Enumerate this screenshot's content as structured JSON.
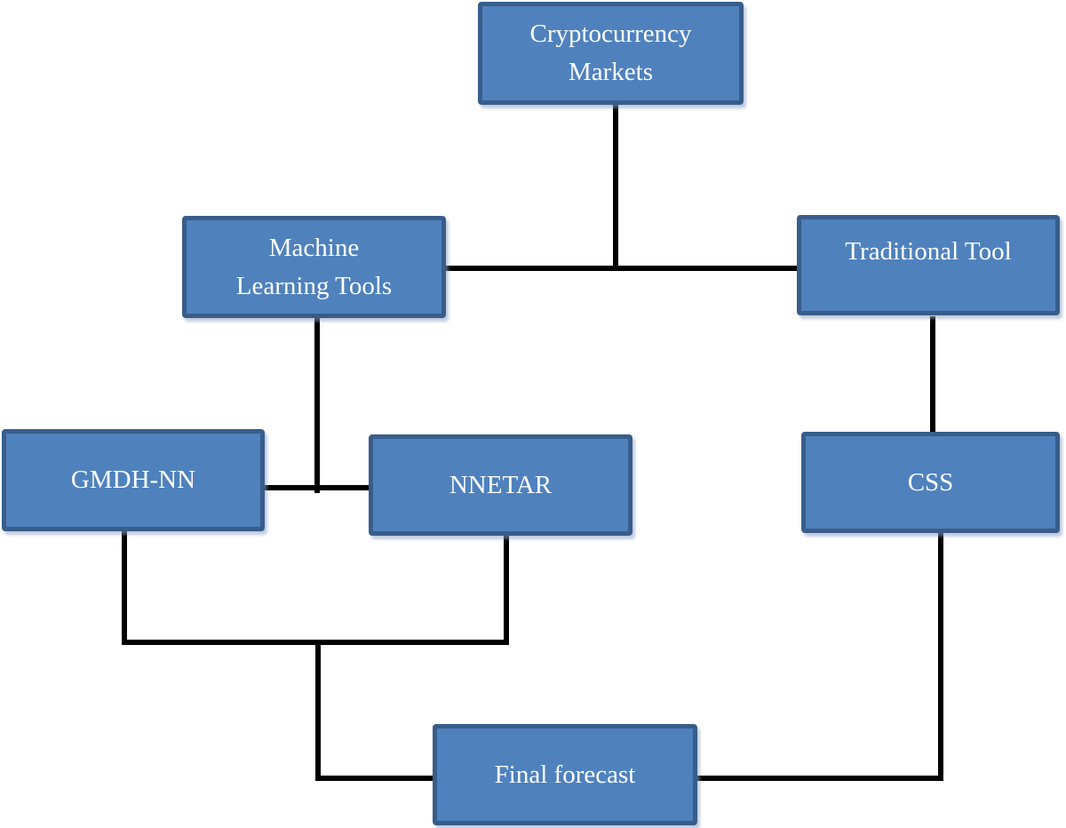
{
  "diagram": {
    "nodes": [
      {
        "id": "cryptocurrency-markets",
        "label": "Cryptocurrency Markets",
        "lines": [
          "Cryptocurrency",
          "Markets"
        ]
      },
      {
        "id": "machine-learning-tools",
        "label": "Machine Learning Tools",
        "lines": [
          "Machine",
          "Learning Tools"
        ]
      },
      {
        "id": "traditional-tool",
        "label": "Traditional Tool",
        "lines": [
          "Traditional Tool"
        ]
      },
      {
        "id": "gmdh-nn",
        "label": "GMDH-NN",
        "lines": [
          "GMDH-NN"
        ]
      },
      {
        "id": "nnetar",
        "label": "NNETAR",
        "lines": [
          "NNETAR"
        ]
      },
      {
        "id": "css",
        "label": "CSS",
        "lines": [
          "CSS"
        ]
      },
      {
        "id": "final-forecast",
        "label": "Final forecast",
        "lines": [
          "Final forecast"
        ]
      }
    ],
    "edges": [
      {
        "from": "cryptocurrency-markets",
        "to": "machine-learning-tools"
      },
      {
        "from": "cryptocurrency-markets",
        "to": "traditional-tool"
      },
      {
        "from": "machine-learning-tools",
        "to": "gmdh-nn"
      },
      {
        "from": "machine-learning-tools",
        "to": "nnetar"
      },
      {
        "from": "traditional-tool",
        "to": "css"
      },
      {
        "from": "gmdh-nn",
        "to": "final-forecast"
      },
      {
        "from": "nnetar",
        "to": "final-forecast"
      },
      {
        "from": "css",
        "to": "final-forecast"
      }
    ]
  },
  "colors": {
    "node_fill": "#4f81bd",
    "node_border": "#385d8a",
    "node_text": "#ffffff",
    "connector": "#000000",
    "background": "#ffffff"
  }
}
